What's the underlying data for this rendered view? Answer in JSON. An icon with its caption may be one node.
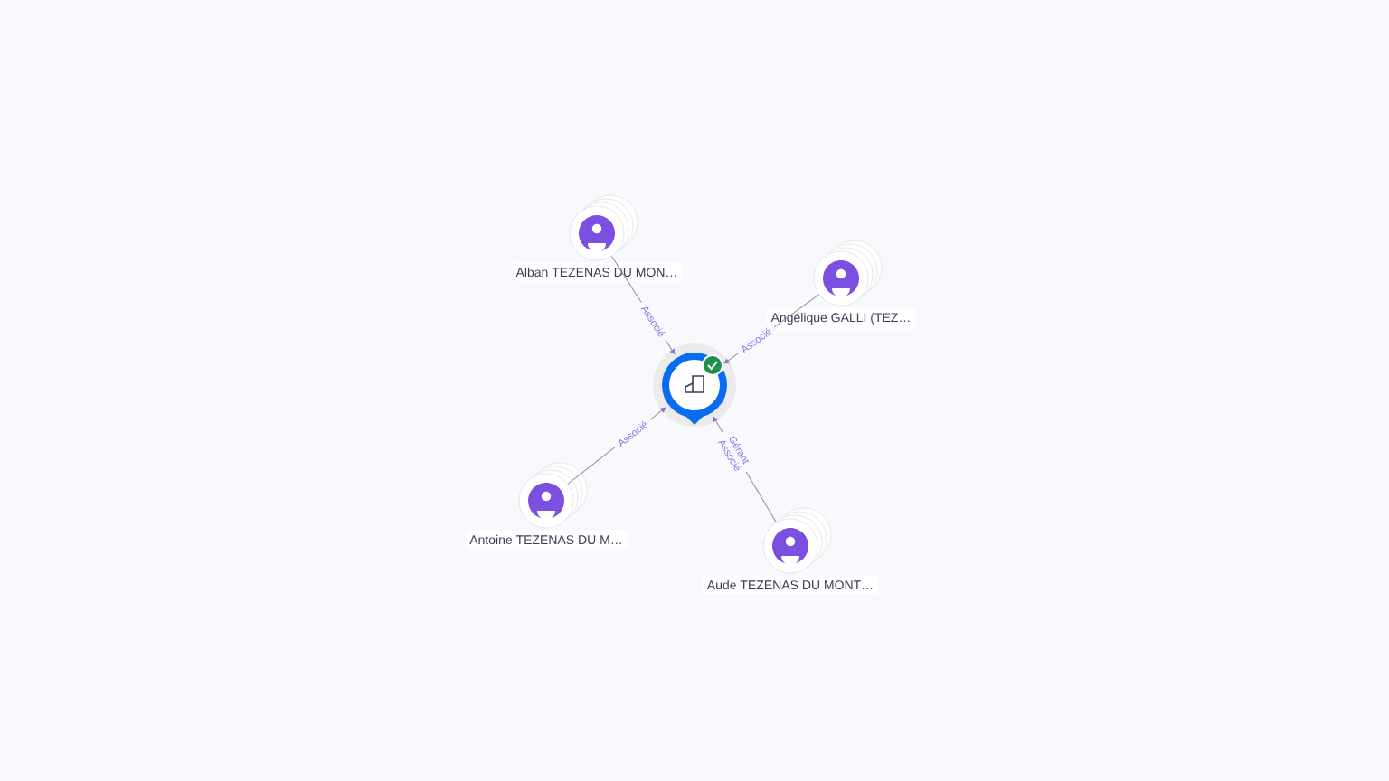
{
  "diagram": {
    "nodes": [
      {
        "text": [
          "Alban TEZENAS DU MON…"
        ]
      },
      {
        "text": [
          "Angélique GALLI (TEZ…"
        ]
      },
      {
        "text": [],
        "shape": "circle"
      },
      {
        "text": [
          "Antoine TEZENAS DU M…"
        ]
      },
      {
        "text": [
          "Aude TEZENAS DU MONT…"
        ]
      }
    ],
    "edges": [
      {
        "from": 0,
        "to": 2,
        "arrow": "to",
        "label": "Associé"
      },
      {
        "from": 1,
        "to": 2,
        "arrow": "to",
        "label": "Associé"
      },
      {
        "from": 3,
        "to": 2,
        "arrow": "to",
        "label": "Associé"
      },
      {
        "from": 4,
        "to": 2,
        "arrow": "to",
        "label": "Gérant Associé"
      }
    ]
  }
}
